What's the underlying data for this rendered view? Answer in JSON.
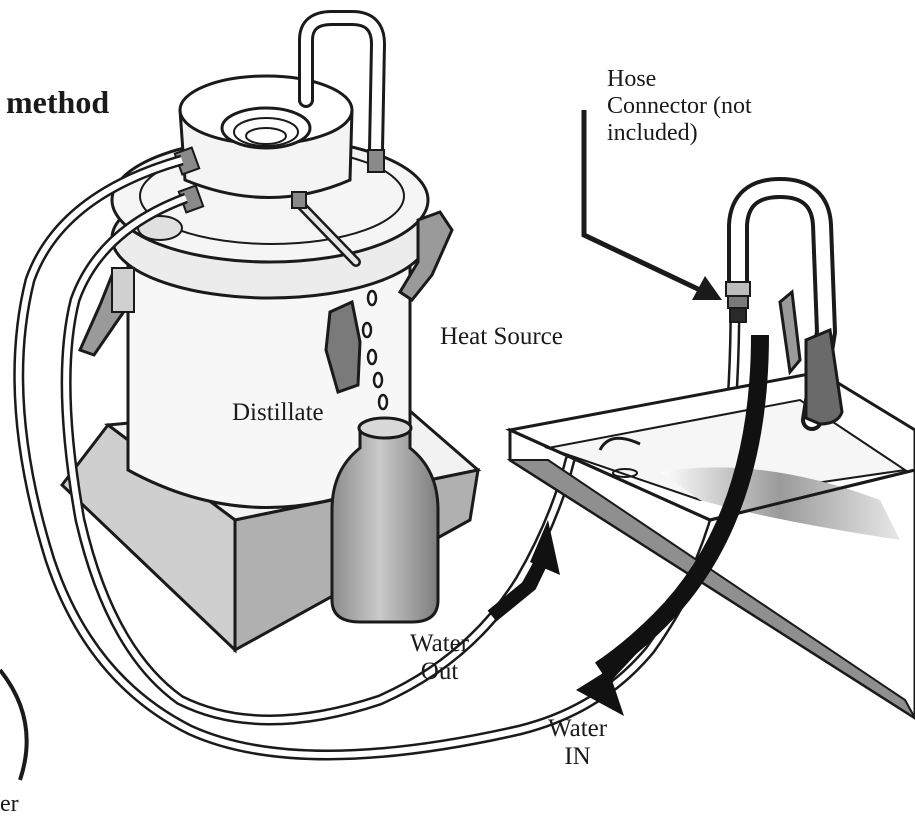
{
  "title": "method",
  "labels": {
    "hose_connector": "Hose\nConnector (not\nincluded)",
    "heat_source": "Heat Source",
    "distillate": "Distillate",
    "water_out": "Water\nOut",
    "water_in": "Water\nIN",
    "edge_fragment": "er"
  },
  "colors": {
    "line": "#1a1a1a",
    "fill_light": "#f2f2f2",
    "fill_mid": "#bdbdbd",
    "fill_dark": "#8a8a8a",
    "background": "#ffffff"
  }
}
